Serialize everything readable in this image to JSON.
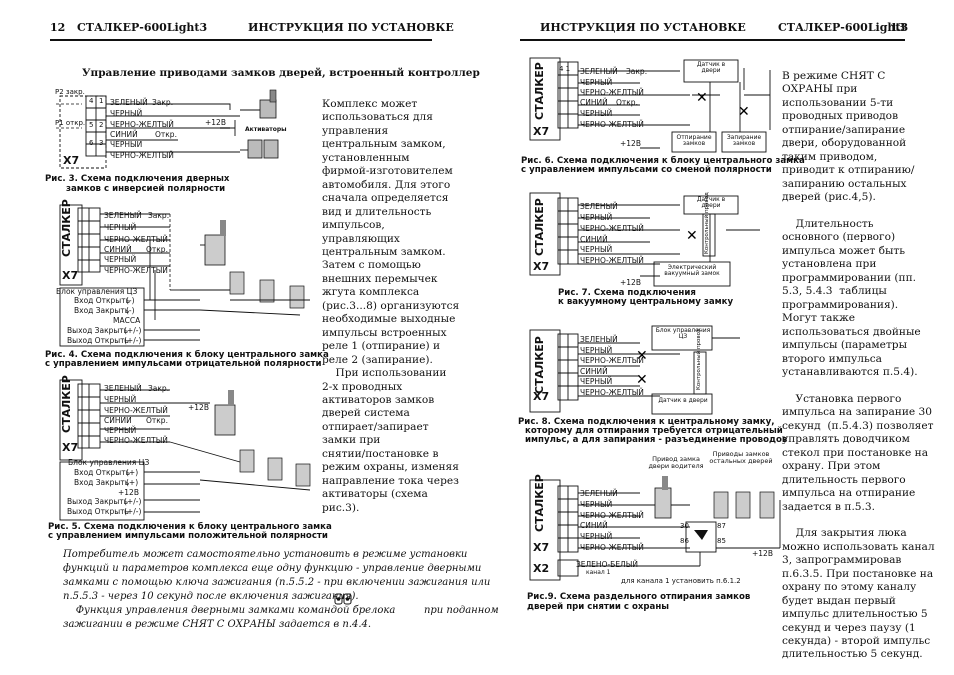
{
  "header": {
    "left_page_num": "12",
    "left_model": "СТАЛКЕР-600Light3",
    "left_title": "ИНСТРУКЦИЯ ПО УСТАНОВКЕ",
    "right_title": "ИНСТРУКЦИЯ ПО УСТАНОВКЕ",
    "right_model": "СТАЛКЕР-600Light3",
    "right_page_num": "13"
  },
  "section_title": "Управление приводами замков дверей, встроенный контроллер",
  "brand": "СТАЛКЕР",
  "wires": {
    "green": "ЗЕЛЕНЫЙ",
    "black": "ЧЕРНЫЙ",
    "black_yellow": "ЧЕРНО-ЖЕЛТЫЙ",
    "blue": "СИНИЙ",
    "green_white": "ЗЕЛЕНО-БЕЛЫЙ",
    "close": "Закр.",
    "open": "Откр.",
    "plus12": "+12В"
  },
  "connectors": {
    "x7": "X7",
    "x2": "X2",
    "p2": "Р2 закр.",
    "p1": "Р1 откр."
  },
  "labels": {
    "activators": "Активаторы",
    "cz_block": "Блок управления ЦЗ",
    "in_open": "Вход Открыть",
    "in_close": "Вход Закрыть",
    "mass": "МАССА",
    "out_close": "Выход Закрыть",
    "out_open": "Выход Открыть",
    "minus": "(-)",
    "plus": "(+)",
    "plus_minus": "(+/-)",
    "door_sensor": "Датчик в двери",
    "unlock": "Отпирание замков",
    "lock": "Запирание замков",
    "control_wire": "Контрольный провод",
    "vacuum": "Электрический вакуумный замок",
    "cz_block2": "Блок управления ЦЗ",
    "driver_lock": "Привод замка двери водителя",
    "other_locks": "Приводы замков остальных дверей",
    "channel1": "канал 1",
    "relay_30": "30",
    "relay_87": "87",
    "relay_86": "86",
    "relay_85": "85",
    "fig9_note": "для канала 1 установить п.6.1.2"
  },
  "captions": {
    "fig3_a": "Рис. 3. Схема подключения дверных",
    "fig3_b": "замков с инверсией полярности",
    "fig4_a": "Рис. 4. Схема подключения к блоку центрального замка",
    "fig4_b": "с управлением импульсами отрицательной полярности",
    "fig5_a": "Рис. 5. Схема подключения к блоку центрального замка",
    "fig5_b": "с управлением импульсами положительной полярности",
    "fig6_a": "Рис. 6. Схема подключения к блоку центрального замка",
    "fig6_b": "с управлением импульсами со сменой полярности",
    "fig7_a": "Рис. 7. Схема подключения",
    "fig7_b": "к вакуумному центральному замку",
    "fig8_a": "Рис. 8. Схема подключения к центральному замку,",
    "fig8_b": "которому для отпирания требуется отрицательный",
    "fig8_c": "импульс, а для запирания - разъединение проводов",
    "fig9_a": "Рис.9. Схема раздельного отпирания замков",
    "fig9_b": "дверей при снятии с охраны"
  },
  "body": {
    "left_column": "Комплекс может\nиспользоваться для\nуправления\nцентральным замком,\nустановленным\nфирмой-изготовителем\nавтомобиля. Для этого\nсначала определяется\nвид и длительность\nимпульсов,\nуправляющих\nцентральным замком.\nЗатем с помощью\nвнешних перемычек\nжгута комплекса\n(рис.3...8) организуются\nнеобходимые выходные\nимпульсы встроенных\nреле 1 (отпирание) и\nреле 2 (запирание).\n    При использовании\n2-х проводных\nактиваторов замков\nдверей система\nотпирает/запирает\nзамки при\nснятии/постановке в\nрежим охраны, изменяя\nнаправление тока через\nактиваторы (схема\nрис.3).",
    "note": "Потребитель может самостоятельно установить в режиме установки\nфункций и параметров комплекса еще одну функцию - управление дверными\nзамками с помощью ключа зажигания (п.5.5.2 - при включении зажигания или\nп.5.5.3 - через 10 секунд после включения зажигания).\n    Функция управления дверными замками командой брелока         при поданном\nзажигании в режиме СНЯТ С ОХРАНЫ задается в п.4.4.",
    "right_column": "В режиме СНЯТ С\nОХРАНЫ при\nиспользовании 5-ти\nпроводных приводов\nотпирание/запирание\nдвери, оборудованной\nтаким приводом,\nприводит к отпиранию/\nзапиранию остальных\nдверей (рис.4,5).\n\n    Длительность\nосновного (первого)\nимпульса может быть\nустановлена при\nпрограммировании (пп.\n5.3, 5.4.3  таблицы\nпрограммирования).\nМогут также\nиспользоваться двойные\nимпульсы (параметры\nвторого импульса\nустанавливаются п.5.4).\n\n    Установка первого\nимпульса на запирание 30\nсекунд  (п.5.4.3) позволяет\nуправлять доводчиком\nстекол при постановке на\nохрану. При этом\nдлительность первого\nимпульса на отпирание\nзадается в п.5.3.\n\n    Для закрытия люка\nможно использовать канал\n3, запрограммировав\nп.6.3.5. При постановке на\nохрану по этому каналу\nбудет выдан первый\nимпульс длительностью 5\nсекунд и через паузу (1\nсекунда) - второй импульс\nдлительностью 5 секунд."
  }
}
